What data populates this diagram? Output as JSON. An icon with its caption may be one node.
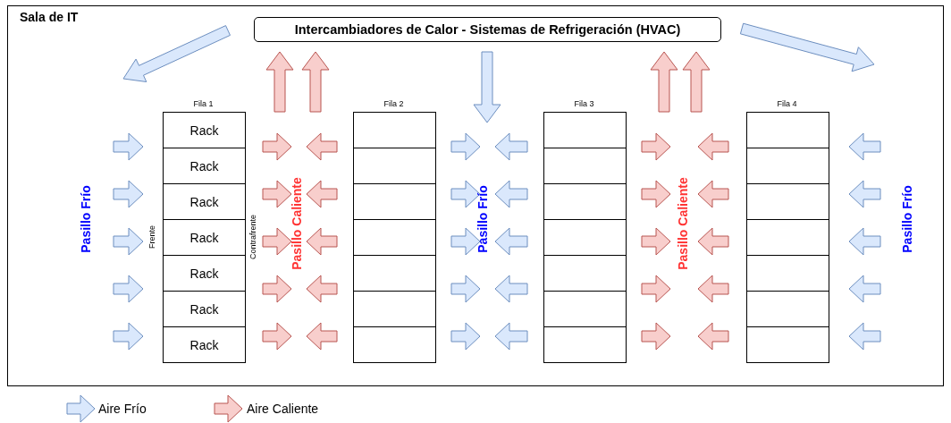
{
  "diagram": {
    "nodes": [
      {
        "text": [
          "Sala de IT"
        ]
      },
      {
        "text": [
          "Intercambiadores de Calor - Sistemas de Refrigeración (HVAC)"
        ],
        "in": 0
      },
      {
        "text": [
          "Fila 1"
        ],
        "in": 0,
        "beside": [
          "Frente",
          "Contrafrente"
        ]
      },
      {
        "text": [
          "Rack"
        ],
        "in": 2
      },
      {
        "text": [
          "Rack"
        ],
        "in": 2
      },
      {
        "text": [
          "Rack"
        ],
        "in": 2
      },
      {
        "text": [
          "Rack"
        ],
        "in": 2
      },
      {
        "text": [
          "Rack"
        ],
        "in": 2
      },
      {
        "text": [
          "Rack"
        ],
        "in": 2
      },
      {
        "text": [
          "Rack"
        ],
        "in": 2
      },
      {
        "text": [
          "Fila 2"
        ],
        "in": 0
      },
      {
        "text": [],
        "shape": "box",
        "in": 10
      },
      {
        "text": [],
        "shape": "box",
        "in": 10
      },
      {
        "text": [],
        "shape": "box",
        "in": 10
      },
      {
        "text": [],
        "shape": "box",
        "in": 10
      },
      {
        "text": [],
        "shape": "box",
        "in": 10
      },
      {
        "text": [],
        "shape": "box",
        "in": 10
      },
      {
        "text": [],
        "shape": "box",
        "in": 10
      },
      {
        "text": [
          "Fila 3"
        ],
        "in": 0
      },
      {
        "text": [],
        "shape": "box",
        "in": 18
      },
      {
        "text": [],
        "shape": "box",
        "in": 18
      },
      {
        "text": [],
        "shape": "box",
        "in": 18
      },
      {
        "text": [],
        "shape": "box",
        "in": 18
      },
      {
        "text": [],
        "shape": "box",
        "in": 18
      },
      {
        "text": [],
        "shape": "box",
        "in": 18
      },
      {
        "text": [],
        "shape": "box",
        "in": 18
      },
      {
        "text": [
          "Fila 4"
        ],
        "in": 0
      },
      {
        "text": [],
        "shape": "box",
        "in": 26
      },
      {
        "text": [],
        "shape": "box",
        "in": 26
      },
      {
        "text": [],
        "shape": "box",
        "in": 26
      },
      {
        "text": [],
        "shape": "box",
        "in": 26
      },
      {
        "text": [],
        "shape": "box",
        "in": 26
      },
      {
        "text": [],
        "shape": "box",
        "in": 26
      },
      {
        "text": [],
        "shape": "box",
        "in": 26
      }
    ],
    "labels": [
      "Pasillo Frío",
      "Pasillo Caliente",
      "Pasillo Frío",
      "Pasillo Caliente",
      "Pasillo Frío"
    ],
    "legend": [
      {
        "text": "Aire Frío"
      },
      {
        "text": "Aire Caliente"
      }
    ]
  }
}
